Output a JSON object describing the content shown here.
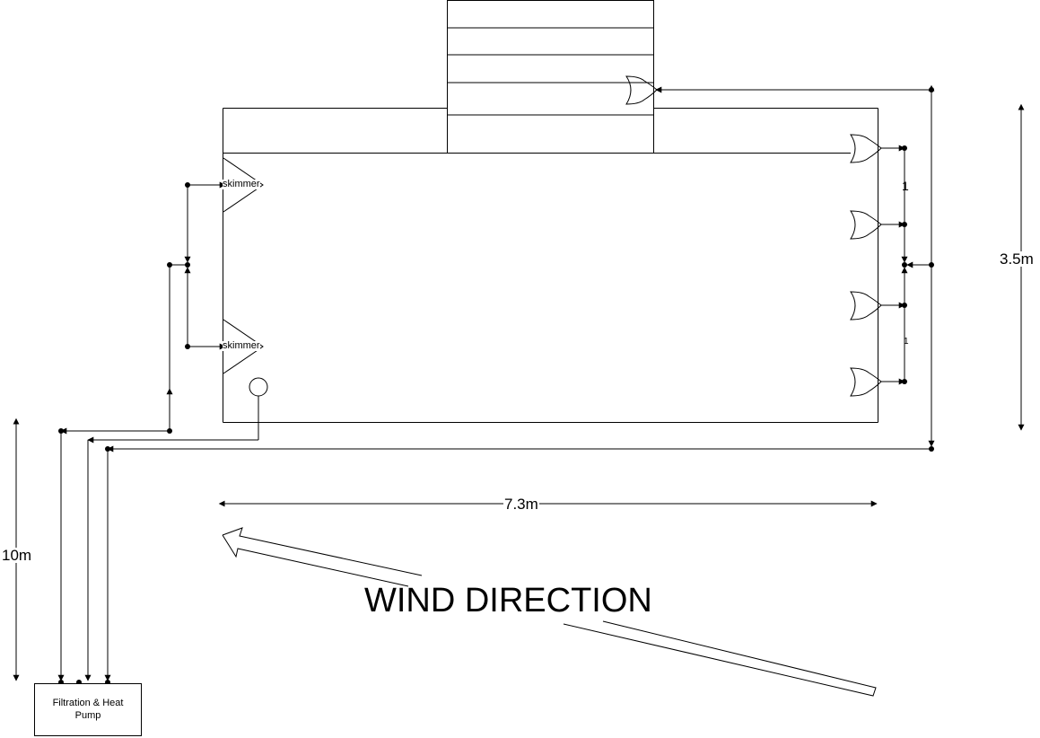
{
  "labels": {
    "skimmer_top": "skimmer",
    "skimmer_bottom": "skimmer",
    "length_dim": "7.3m",
    "width_dim": "3.5m",
    "distance_dim": "10m",
    "wind": "WIND DIRECTION",
    "spacing_top": "1",
    "spacing_lower": "1",
    "pump": "Filtration & Heat Pump"
  },
  "elements": {
    "return_jets_right_count": 4,
    "return_jet_steps_count": 1,
    "skimmers_count": 2,
    "floor_drains_count": 1,
    "steps_rows": 5
  }
}
